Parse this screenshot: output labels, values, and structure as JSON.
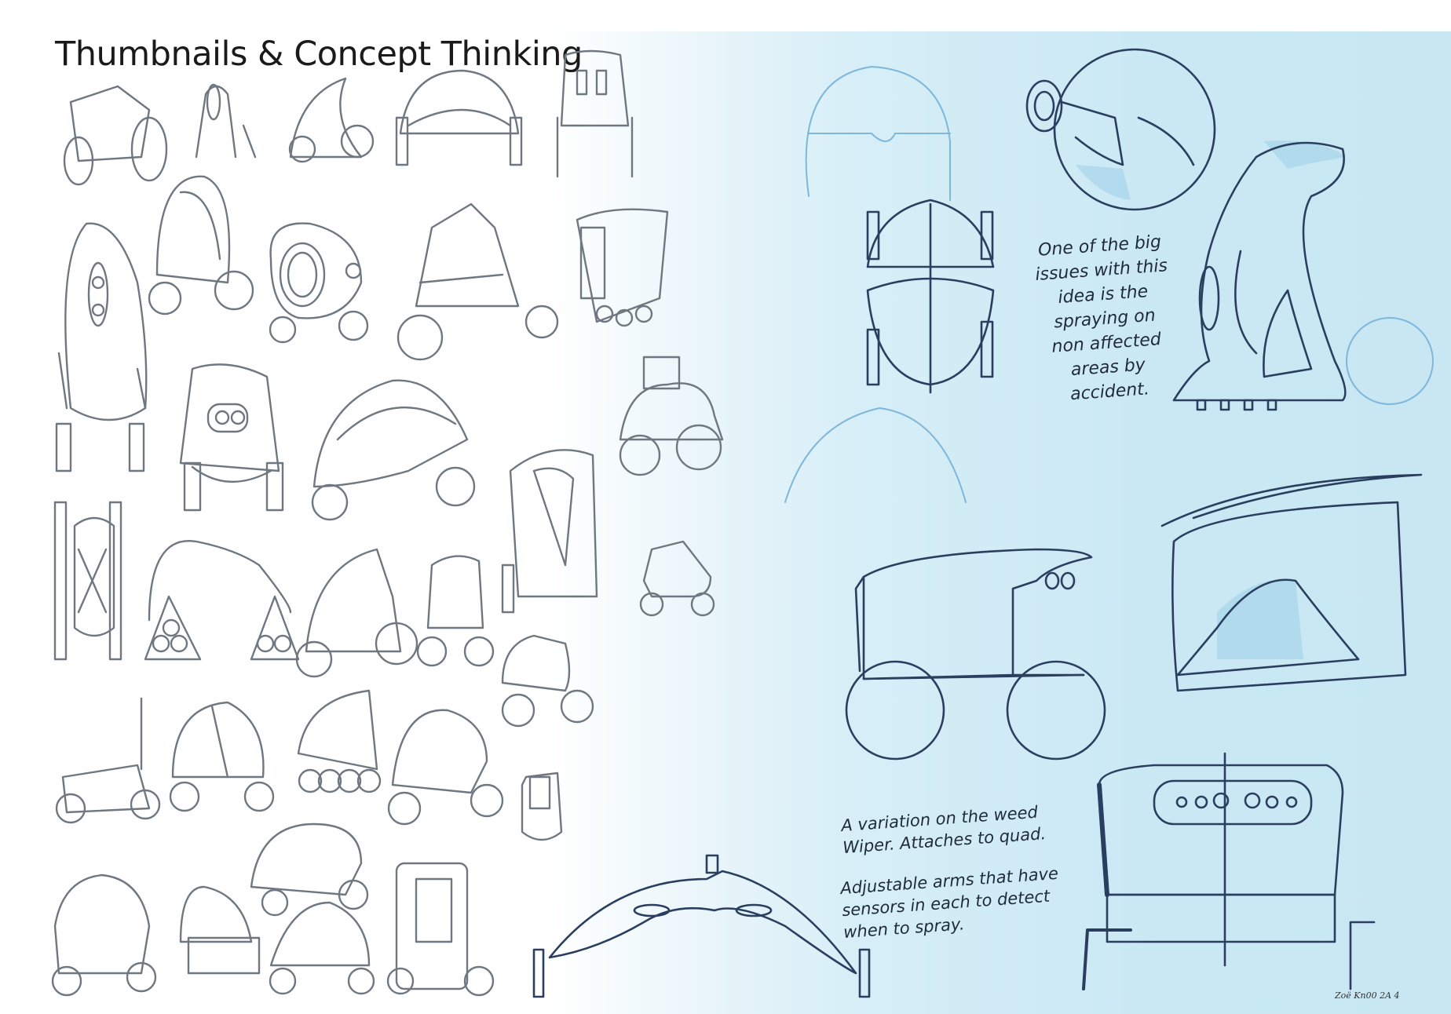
{
  "page": {
    "title": "Thumbnails & Concept Thinking",
    "signature": "Zoë Kn00  2A 4"
  },
  "notes": {
    "spraying_note": "One of the big issues with this idea is the spraying on non affected areas by accident.",
    "variation_note": "A variation on the weed Wiper. Attaches to quad.",
    "arms_note": "Adjustable arms that have sensors in each to detect when to spray."
  },
  "colors": {
    "sketch_grey": "#6f7780",
    "ink_blue": "#2a3f5f",
    "light_blue": "#7fb7da",
    "background_blue": "#c8e7f3"
  }
}
